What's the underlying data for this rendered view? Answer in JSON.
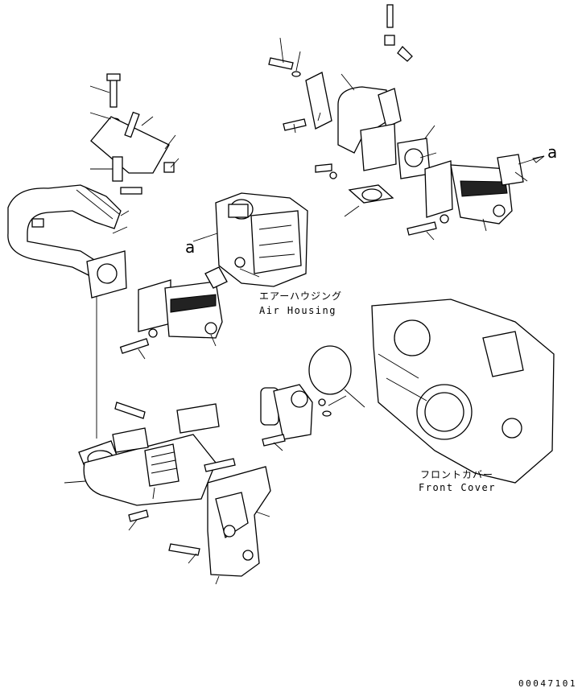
{
  "labels": {
    "air_housing_jp": "エアーハウジング",
    "air_housing_en": "Air Housing",
    "front_cover_jp": "フロントカバー",
    "front_cover_en": "Front Cover",
    "ref_a": "a",
    "drawing_code": "00047101"
  }
}
